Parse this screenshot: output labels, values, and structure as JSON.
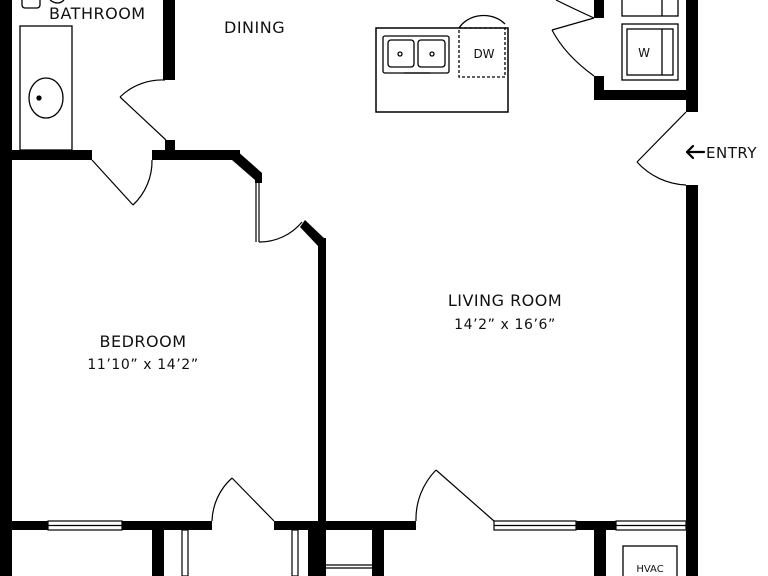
{
  "rooms": {
    "bathroom": {
      "name": "BATHROOM"
    },
    "dining": {
      "name": "DINING"
    },
    "living": {
      "name": "LIVING ROOM",
      "dimensions": "14’2” x 16’6”"
    },
    "bedroom": {
      "name": "BEDROOM",
      "dimensions": "11’10” x 14’2”"
    }
  },
  "fixtures": {
    "dishwasher": "DW",
    "washer": "W",
    "hvac": "HVAC"
  },
  "entry": {
    "label": "ENTRY",
    "icon": "arrow-left-icon"
  }
}
